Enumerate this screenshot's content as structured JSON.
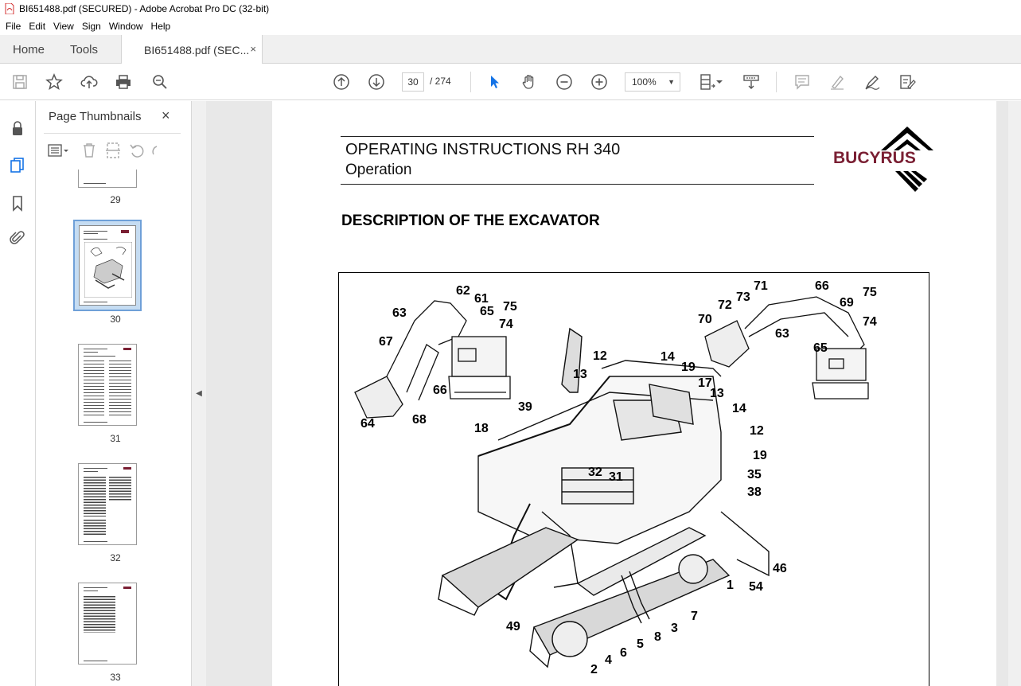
{
  "window": {
    "title": "BI651488.pdf (SECURED) - Adobe Acrobat Pro DC (32-bit)"
  },
  "menu": [
    "File",
    "Edit",
    "View",
    "Sign",
    "Window",
    "Help"
  ],
  "tabs": {
    "home": "Home",
    "tools": "Tools",
    "document": "BI651488.pdf (SEC...",
    "close": "×"
  },
  "toolbar": {
    "current_page": "30",
    "total_pages": "/ 274",
    "zoom": "100%"
  },
  "thumbnails": {
    "title": "Page Thumbnails",
    "close": "×",
    "pages": [
      {
        "label": "29",
        "selected": false
      },
      {
        "label": "30",
        "selected": true
      },
      {
        "label": "31",
        "selected": false
      },
      {
        "label": "32",
        "selected": false
      },
      {
        "label": "33",
        "selected": false
      }
    ]
  },
  "document": {
    "header_title": "OPERATING INSTRUCTIONS RH 340",
    "header_subtitle": "Operation",
    "logo_text": "BUCYRUS",
    "section_title": "DESCRIPTION OF THE EXCAVATOR",
    "callouts": [
      "62",
      "61",
      "63",
      "65",
      "75",
      "74",
      "67",
      "66",
      "64",
      "68",
      "71",
      "66",
      "72",
      "73",
      "75",
      "69",
      "70",
      "74",
      "63",
      "65",
      "12",
      "14",
      "13",
      "19",
      "17",
      "39",
      "13",
      "18",
      "14",
      "12",
      "19",
      "32",
      "31",
      "35",
      "38",
      "46",
      "1",
      "54",
      "49",
      "7",
      "3",
      "8",
      "5",
      "6",
      "4",
      "2"
    ]
  },
  "colors": {
    "logo": "#7a1f33",
    "selection": "#c5dcf2",
    "accent_blue": "#1473e6"
  }
}
